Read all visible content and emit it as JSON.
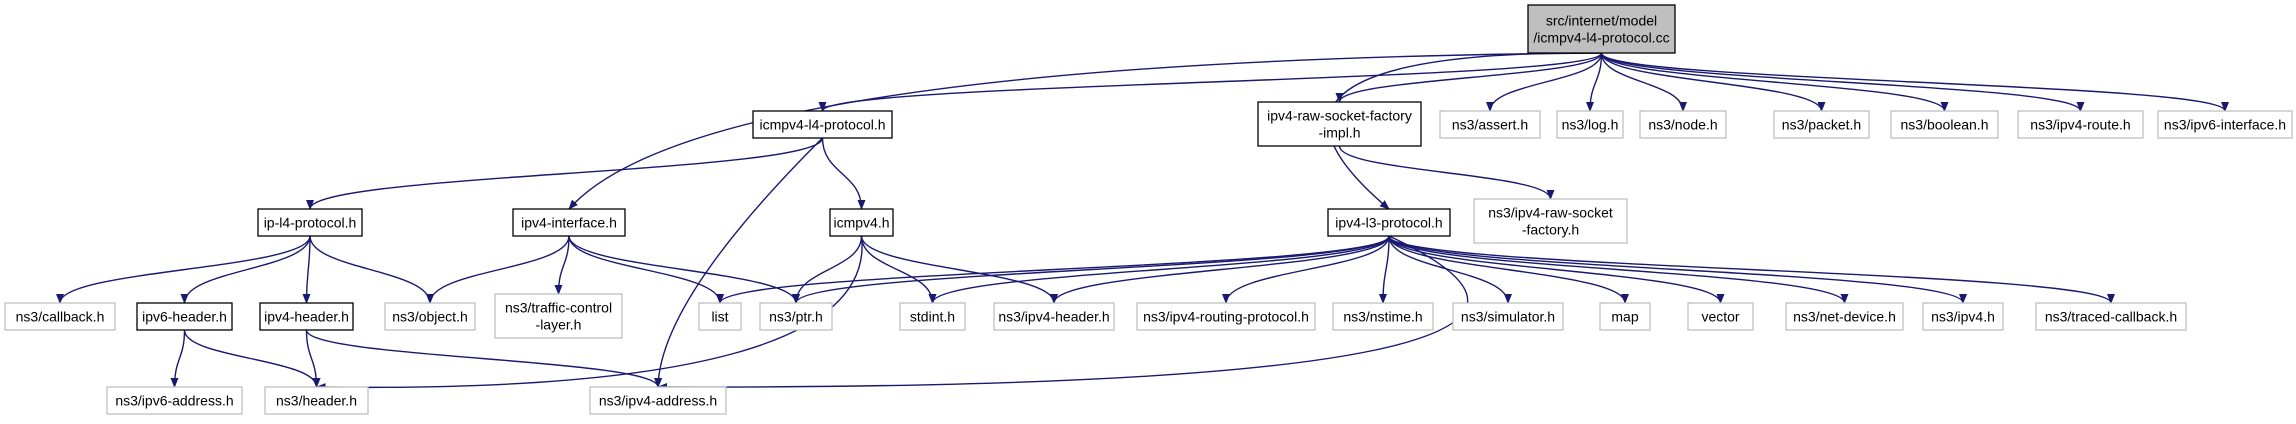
{
  "colors": {
    "edge": "#191970",
    "root_fill": "#bfbfbf",
    "root_border": "#000000",
    "doc_border": "#000000",
    "ext_border": "#bfbfbf",
    "node_fill": "#ffffff",
    "text": "#000000"
  },
  "nodes": [
    {
      "id": "root",
      "kind": "root",
      "lines": [
        "src/internet/model",
        "/icmpv4-l4-protocol.cc"
      ]
    },
    {
      "id": "icmpv4_l4_h",
      "kind": "doc",
      "lines": [
        "icmpv4-l4-protocol.h"
      ]
    },
    {
      "id": "raw_factory_impl",
      "kind": "doc",
      "lines": [
        "ipv4-raw-socket-factory",
        "-impl.h"
      ]
    },
    {
      "id": "assert",
      "kind": "ext",
      "lines": [
        "ns3/assert.h"
      ]
    },
    {
      "id": "log",
      "kind": "ext",
      "lines": [
        "ns3/log.h"
      ]
    },
    {
      "id": "node",
      "kind": "ext",
      "lines": [
        "ns3/node.h"
      ]
    },
    {
      "id": "packet",
      "kind": "ext",
      "lines": [
        "ns3/packet.h"
      ]
    },
    {
      "id": "boolean",
      "kind": "ext",
      "lines": [
        "ns3/boolean.h"
      ]
    },
    {
      "id": "ipv4route",
      "kind": "ext",
      "lines": [
        "ns3/ipv4-route.h"
      ]
    },
    {
      "id": "ipv6iface",
      "kind": "ext",
      "lines": [
        "ns3/ipv6-interface.h"
      ]
    },
    {
      "id": "ns3_raw_factory",
      "kind": "ext",
      "lines": [
        "ns3/ipv4-raw-socket",
        "-factory.h"
      ]
    },
    {
      "id": "ip_l4",
      "kind": "doc",
      "lines": [
        "ip-l4-protocol.h"
      ]
    },
    {
      "id": "ipv4iface",
      "kind": "doc",
      "lines": [
        "ipv4-interface.h"
      ]
    },
    {
      "id": "icmpv4",
      "kind": "doc",
      "lines": [
        "icmpv4.h"
      ]
    },
    {
      "id": "ipv4l3",
      "kind": "doc",
      "lines": [
        "ipv4-l3-protocol.h"
      ]
    },
    {
      "id": "callback",
      "kind": "ext",
      "lines": [
        "ns3/callback.h"
      ]
    },
    {
      "id": "ipv6hdr",
      "kind": "doc",
      "lines": [
        "ipv6-header.h"
      ]
    },
    {
      "id": "ipv4hdr",
      "kind": "doc",
      "lines": [
        "ipv4-header.h"
      ]
    },
    {
      "id": "object",
      "kind": "ext",
      "lines": [
        "ns3/object.h"
      ]
    },
    {
      "id": "tclayer",
      "kind": "ext",
      "lines": [
        "ns3/traffic-control",
        "-layer.h"
      ]
    },
    {
      "id": "list",
      "kind": "ext",
      "lines": [
        "list"
      ]
    },
    {
      "id": "ptr",
      "kind": "ext",
      "lines": [
        "ns3/ptr.h"
      ]
    },
    {
      "id": "stdint",
      "kind": "ext",
      "lines": [
        "stdint.h"
      ]
    },
    {
      "id": "ns3ipv4hdr",
      "kind": "ext",
      "lines": [
        "ns3/ipv4-header.h"
      ]
    },
    {
      "id": "routingproto",
      "kind": "ext",
      "lines": [
        "ns3/ipv4-routing-protocol.h"
      ]
    },
    {
      "id": "nstime",
      "kind": "ext",
      "lines": [
        "ns3/nstime.h"
      ]
    },
    {
      "id": "simulator",
      "kind": "ext",
      "lines": [
        "ns3/simulator.h"
      ]
    },
    {
      "id": "map",
      "kind": "ext",
      "lines": [
        "map"
      ]
    },
    {
      "id": "vector",
      "kind": "ext",
      "lines": [
        "vector"
      ]
    },
    {
      "id": "netdevice",
      "kind": "ext",
      "lines": [
        "ns3/net-device.h"
      ]
    },
    {
      "id": "ns3ipv4",
      "kind": "ext",
      "lines": [
        "ns3/ipv4.h"
      ]
    },
    {
      "id": "traced",
      "kind": "ext",
      "lines": [
        "ns3/traced-callback.h"
      ]
    },
    {
      "id": "ipv6addr",
      "kind": "ext",
      "lines": [
        "ns3/ipv6-address.h"
      ]
    },
    {
      "id": "header",
      "kind": "ext",
      "lines": [
        "ns3/header.h"
      ]
    },
    {
      "id": "ipv4addr",
      "kind": "ext",
      "lines": [
        "ns3/ipv4-address.h"
      ]
    }
  ],
  "edges": [
    [
      "root",
      "icmpv4_l4_h"
    ],
    [
      "root",
      "raw_factory_impl"
    ],
    [
      "root",
      "ipv4iface"
    ],
    [
      "root",
      "ipv4l3"
    ],
    [
      "root",
      "assert"
    ],
    [
      "root",
      "log"
    ],
    [
      "root",
      "node"
    ],
    [
      "root",
      "packet"
    ],
    [
      "root",
      "boolean"
    ],
    [
      "root",
      "ipv4route"
    ],
    [
      "root",
      "ipv6iface"
    ],
    [
      "icmpv4_l4_h",
      "ip_l4"
    ],
    [
      "icmpv4_l4_h",
      "icmpv4"
    ],
    [
      "icmpv4_l4_h",
      "ipv4addr"
    ],
    [
      "raw_factory_impl",
      "ns3_raw_factory"
    ],
    [
      "ip_l4",
      "callback"
    ],
    [
      "ip_l4",
      "ipv6hdr"
    ],
    [
      "ip_l4",
      "ipv4hdr"
    ],
    [
      "ip_l4",
      "object"
    ],
    [
      "ipv4iface",
      "object"
    ],
    [
      "ipv4iface",
      "tclayer"
    ],
    [
      "ipv4iface",
      "list"
    ],
    [
      "ipv4iface",
      "ptr"
    ],
    [
      "icmpv4",
      "ptr"
    ],
    [
      "icmpv4",
      "stdint"
    ],
    [
      "icmpv4",
      "ns3ipv4hdr"
    ],
    [
      "icmpv4",
      "header"
    ],
    [
      "ipv4l3",
      "list"
    ],
    [
      "ipv4l3",
      "ptr"
    ],
    [
      "ipv4l3",
      "stdint"
    ],
    [
      "ipv4l3",
      "ns3ipv4hdr"
    ],
    [
      "ipv4l3",
      "routingproto"
    ],
    [
      "ipv4l3",
      "nstime"
    ],
    [
      "ipv4l3",
      "simulator"
    ],
    [
      "ipv4l3",
      "map"
    ],
    [
      "ipv4l3",
      "vector"
    ],
    [
      "ipv4l3",
      "netdevice"
    ],
    [
      "ipv4l3",
      "ns3ipv4"
    ],
    [
      "ipv4l3",
      "traced"
    ],
    [
      "ipv4l3",
      "ipv4addr"
    ],
    [
      "ipv6hdr",
      "ipv6addr"
    ],
    [
      "ipv6hdr",
      "header"
    ],
    [
      "ipv4hdr",
      "header"
    ],
    [
      "ipv4hdr",
      "ipv4addr"
    ]
  ]
}
